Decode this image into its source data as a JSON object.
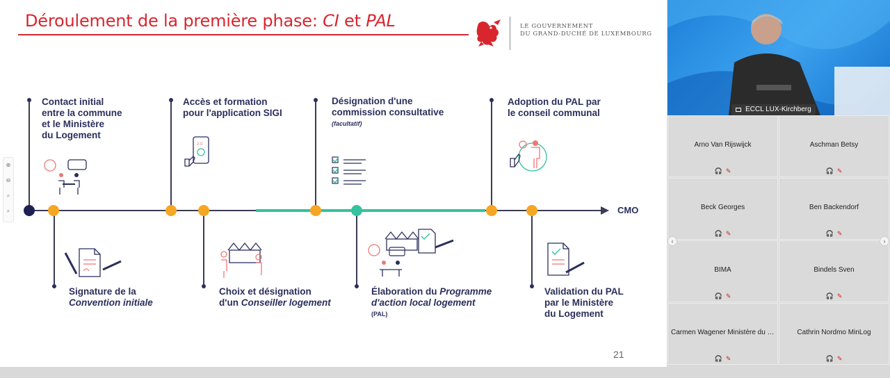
{
  "slide": {
    "title_prefix": "Déroulement de la première phase: ",
    "title_ci": "CI",
    "title_et": " et ",
    "title_pal": "PAL",
    "gov_line1": "LE GOUVERNEMENT",
    "gov_line2": "DU GRAND-DUCHÉ DE LUXEMBOURG",
    "page_number": "21",
    "end_label": "CMO",
    "tools": [
      "zoom-in-icon",
      "zoom-out-icon",
      "search-icon",
      "search-icon"
    ],
    "steps_top": [
      {
        "l1": "Contact initial",
        "l2": "entre la commune",
        "l3": "et le Ministère",
        "l4": "du Logement"
      },
      {
        "l1": "Accès et formation",
        "l2": "pour l'application SIGI"
      },
      {
        "l1": "Désignation d'une",
        "l2": "commission consultative",
        "note": "(facultatif)"
      },
      {
        "l1": "Adoption du PAL par",
        "l2": "le conseil communal"
      }
    ],
    "steps_bottom": [
      {
        "l1": "Signature de la",
        "l2": "Convention initiale"
      },
      {
        "l1": "Choix et désignation",
        "l2a": "d'un ",
        "l2b": "Conseiller logement"
      },
      {
        "l1a": "Élaboration du ",
        "l1b": "Programme",
        "l2": "d'action local logement",
        "note": "(PAL)"
      },
      {
        "l1": "Validation du PAL",
        "l2": "par le Ministère",
        "l3": "du Logement"
      }
    ],
    "sigi_version": "2.0",
    "colors": {
      "title": "#d8262f",
      "navy": "#2b2f5c",
      "orange": "#f5a623",
      "green": "#35c29e"
    }
  },
  "video": {
    "room_label": "ECCL LUX-Kirchberg"
  },
  "participants": [
    "Arno Van Rijswijck",
    "Aschman Betsy",
    "Beck Georges",
    "Ben Backendorf",
    "BIMA",
    "Bindels Sven",
    "Carmen Wagener Ministère du Logement",
    "Cathrin Nordmo MinLog"
  ]
}
